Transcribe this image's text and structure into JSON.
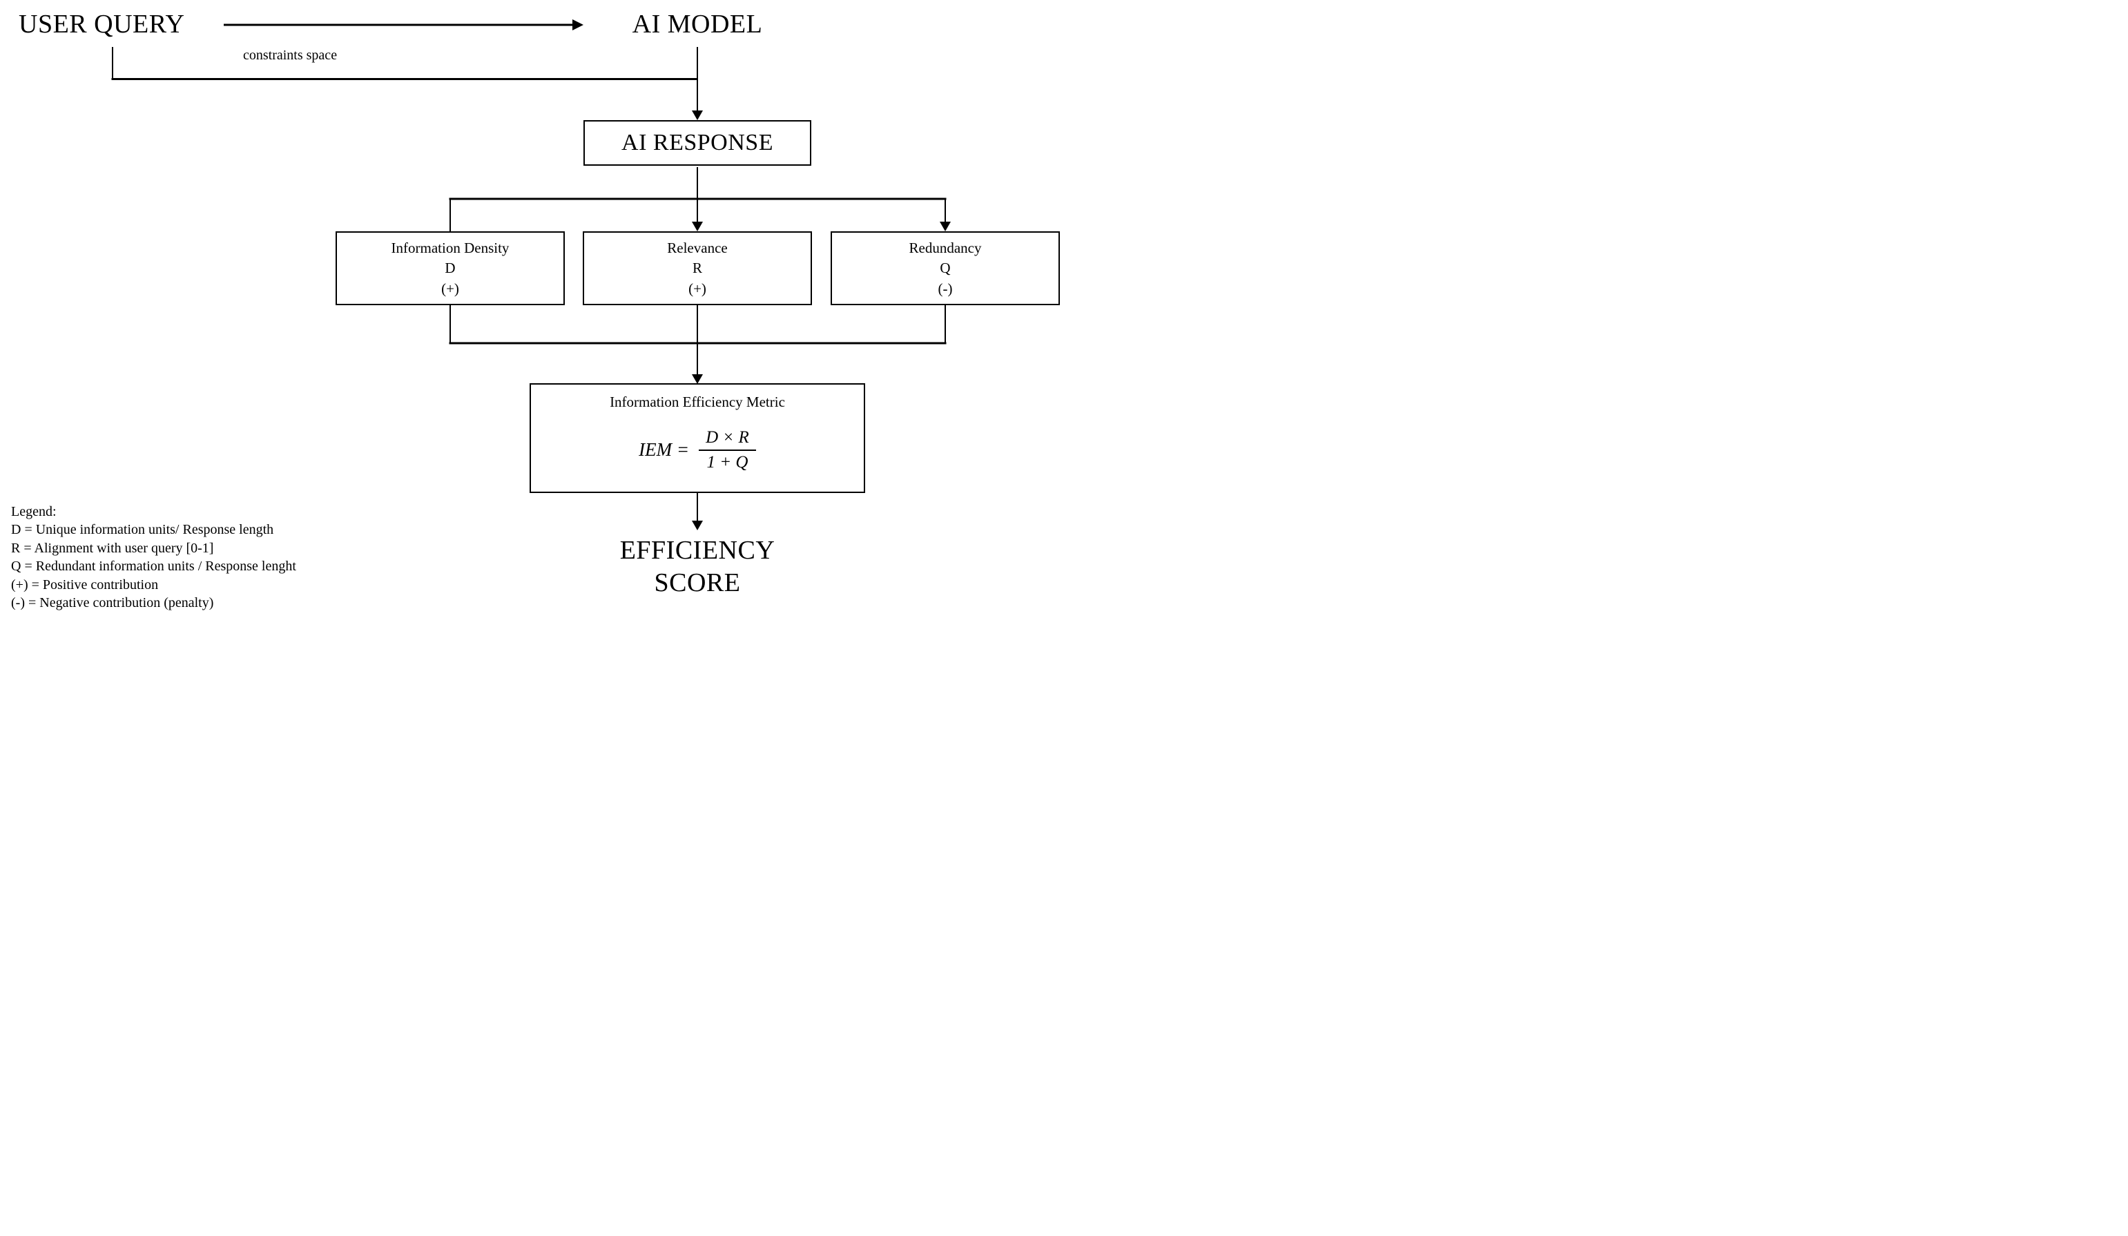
{
  "nodes": {
    "user_query": "USER QUERY",
    "ai_model": "AI MODEL",
    "ai_response": "AI RESPONSE",
    "efficiency_score": {
      "line1": "EFFICIENCY",
      "line2": "SCORE"
    }
  },
  "labels": {
    "constraints": "constraints space"
  },
  "factors": [
    {
      "title": "Information Density",
      "symbol": "D",
      "sign": "(+)"
    },
    {
      "title": "Relevance",
      "symbol": "R",
      "sign": "(+)"
    },
    {
      "title": "Redundancy",
      "symbol": "Q",
      "sign": "(-)"
    }
  ],
  "iem": {
    "title": "Information Efficiency Metric",
    "lhs": "IEM =",
    "numerator": "D × R",
    "denominator": "1 + Q"
  },
  "legend": {
    "title": "Legend:",
    "items": [
      "D = Unique information units/ Response length",
      "R = Alignment with user query [0-1]",
      "Q = Redundant information units / Response lenght",
      "(+) = Positive contribution",
      "(-) = Negative contribution (penalty)"
    ]
  },
  "colors": {
    "ink": "#000000",
    "background": "#ffffff"
  }
}
